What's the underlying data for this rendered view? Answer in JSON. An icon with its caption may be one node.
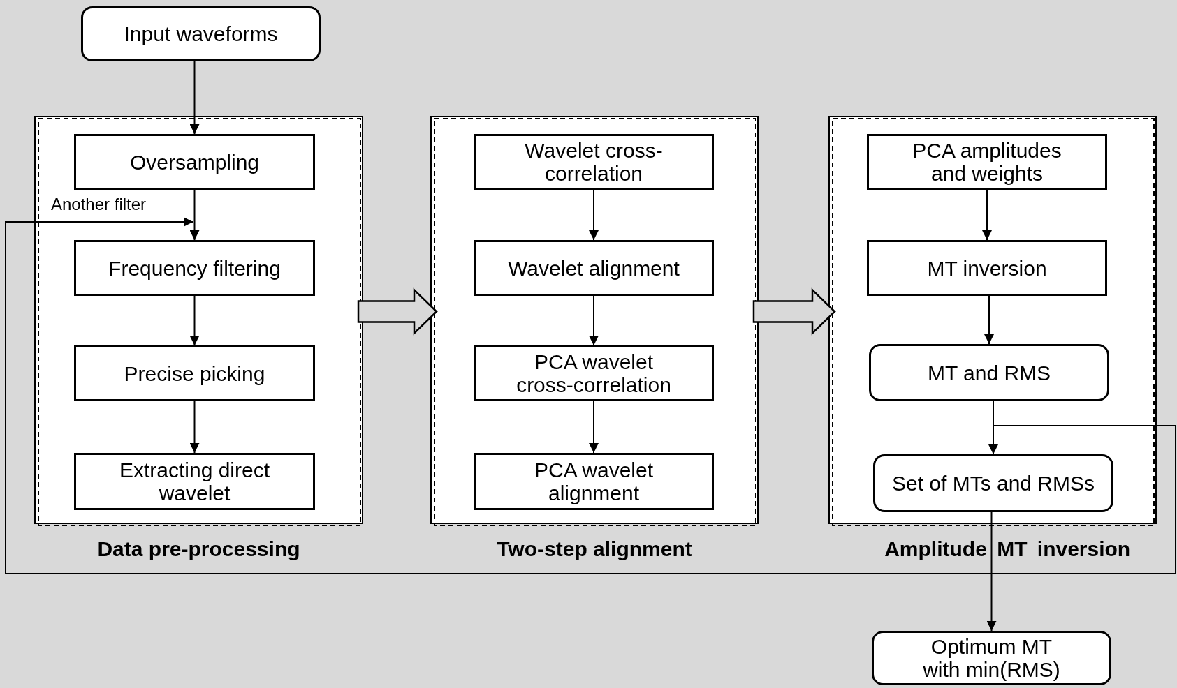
{
  "diagram": {
    "nodes": [
      {
        "text": [
          "Input waveforms"
        ]
      },
      {
        "text": [
          "Data pre-processing"
        ]
      },
      {
        "text": [
          "Oversampling"
        ],
        "in": 1
      },
      {
        "text": [
          "Frequency filtering"
        ],
        "in": 1
      },
      {
        "text": [
          "Precise picking"
        ],
        "in": 1
      },
      {
        "text": [
          "Extracting direct wavelet"
        ],
        "in": 1
      },
      {
        "text": [
          "Two-step alignment"
        ]
      },
      {
        "text": [
          "Wavelet cross-correlation"
        ],
        "in": 6
      },
      {
        "text": [
          "Wavelet alignment"
        ],
        "in": 6
      },
      {
        "text": [
          "PCA wavelet cross-correlation"
        ],
        "in": 6
      },
      {
        "text": [
          "PCA wavelet alignment"
        ],
        "in": 6
      },
      {
        "text": [
          "Amplitude MT inversion"
        ]
      },
      {
        "text": [
          "PCA amplitudes and weights"
        ],
        "in": 11
      },
      {
        "text": [
          "MT inversion"
        ],
        "in": 11
      },
      {
        "text": [
          "MT and RMS"
        ],
        "in": 11
      },
      {
        "text": [
          "Set of MTs and RMSs"
        ],
        "in": 11
      },
      {
        "text": [
          "Optimum MT with min(RMS)"
        ]
      }
    ],
    "edges": [
      {
        "from": 0,
        "to": 2,
        "arrow": "to"
      },
      {
        "from": 2,
        "to": 3,
        "arrow": "to"
      },
      {
        "from": 3,
        "to": 4,
        "arrow": "to"
      },
      {
        "from": 4,
        "to": 5,
        "arrow": "to"
      },
      {
        "from": 1,
        "to": 6,
        "arrow": "to",
        "style": "thick"
      },
      {
        "from": 7,
        "to": 8,
        "arrow": "to"
      },
      {
        "from": 8,
        "to": 9,
        "arrow": "to"
      },
      {
        "from": 9,
        "to": 10,
        "arrow": "to"
      },
      {
        "from": 6,
        "to": 11,
        "arrow": "to",
        "style": "thick"
      },
      {
        "from": 12,
        "to": 13,
        "arrow": "to"
      },
      {
        "from": 13,
        "to": 14,
        "arrow": "to"
      },
      {
        "from": 14,
        "to": 15,
        "arrow": "to"
      },
      {
        "from": 15,
        "to": 16,
        "arrow": "to"
      },
      {
        "from": 14,
        "to": 3,
        "arrow": "to",
        "label": "Another filter"
      }
    ]
  }
}
